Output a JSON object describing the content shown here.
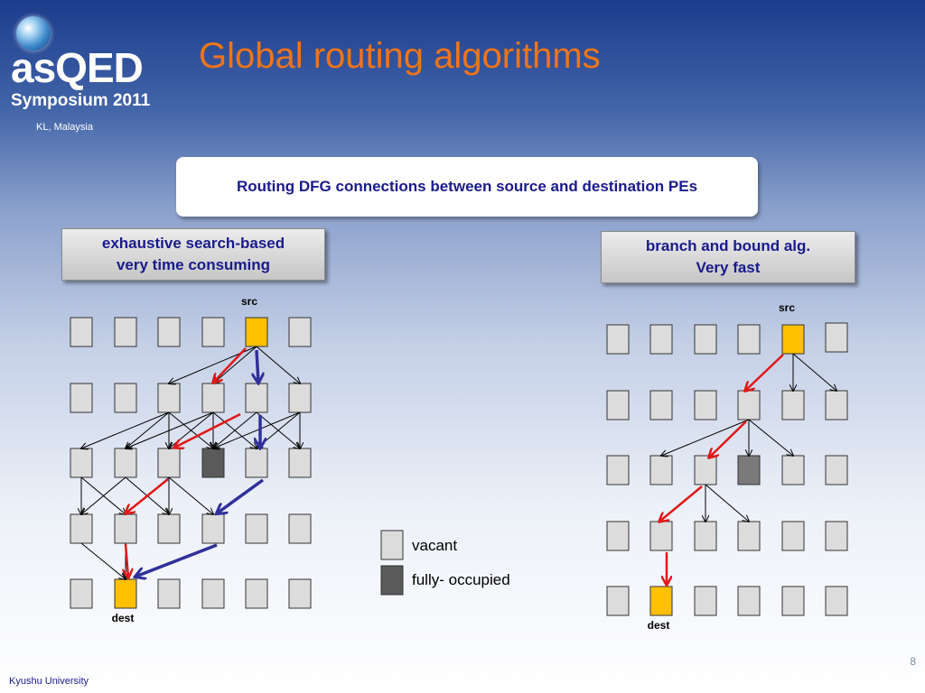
{
  "branding": {
    "logo_text": "asQED",
    "event": "Symposium 2011",
    "location": "KL, Malaysia"
  },
  "title": "Global routing algorithms",
  "subtitle": "Routing DFG connections between source and destination PEs",
  "left_panel": {
    "label_line1": "exhaustive search-based",
    "label_line2": "very time consuming",
    "src_label": "src",
    "dest_label": "dest"
  },
  "right_panel": {
    "label_line1": "branch and bound alg.",
    "label_line2": "Very fast",
    "src_label": "src",
    "dest_label": "dest"
  },
  "legend": {
    "vacant": "vacant",
    "occupied": "fully- occupied"
  },
  "colors": {
    "vacant": "#dcdcdc",
    "occupied": "#5a5a5a",
    "occupied_light": "#7a7a7a",
    "endpoint": "#ffc000",
    "path_red": "#e01818",
    "path_blue": "#30309a",
    "title": "#f07418"
  },
  "page_number": "8",
  "footer": "Kyushu University"
}
